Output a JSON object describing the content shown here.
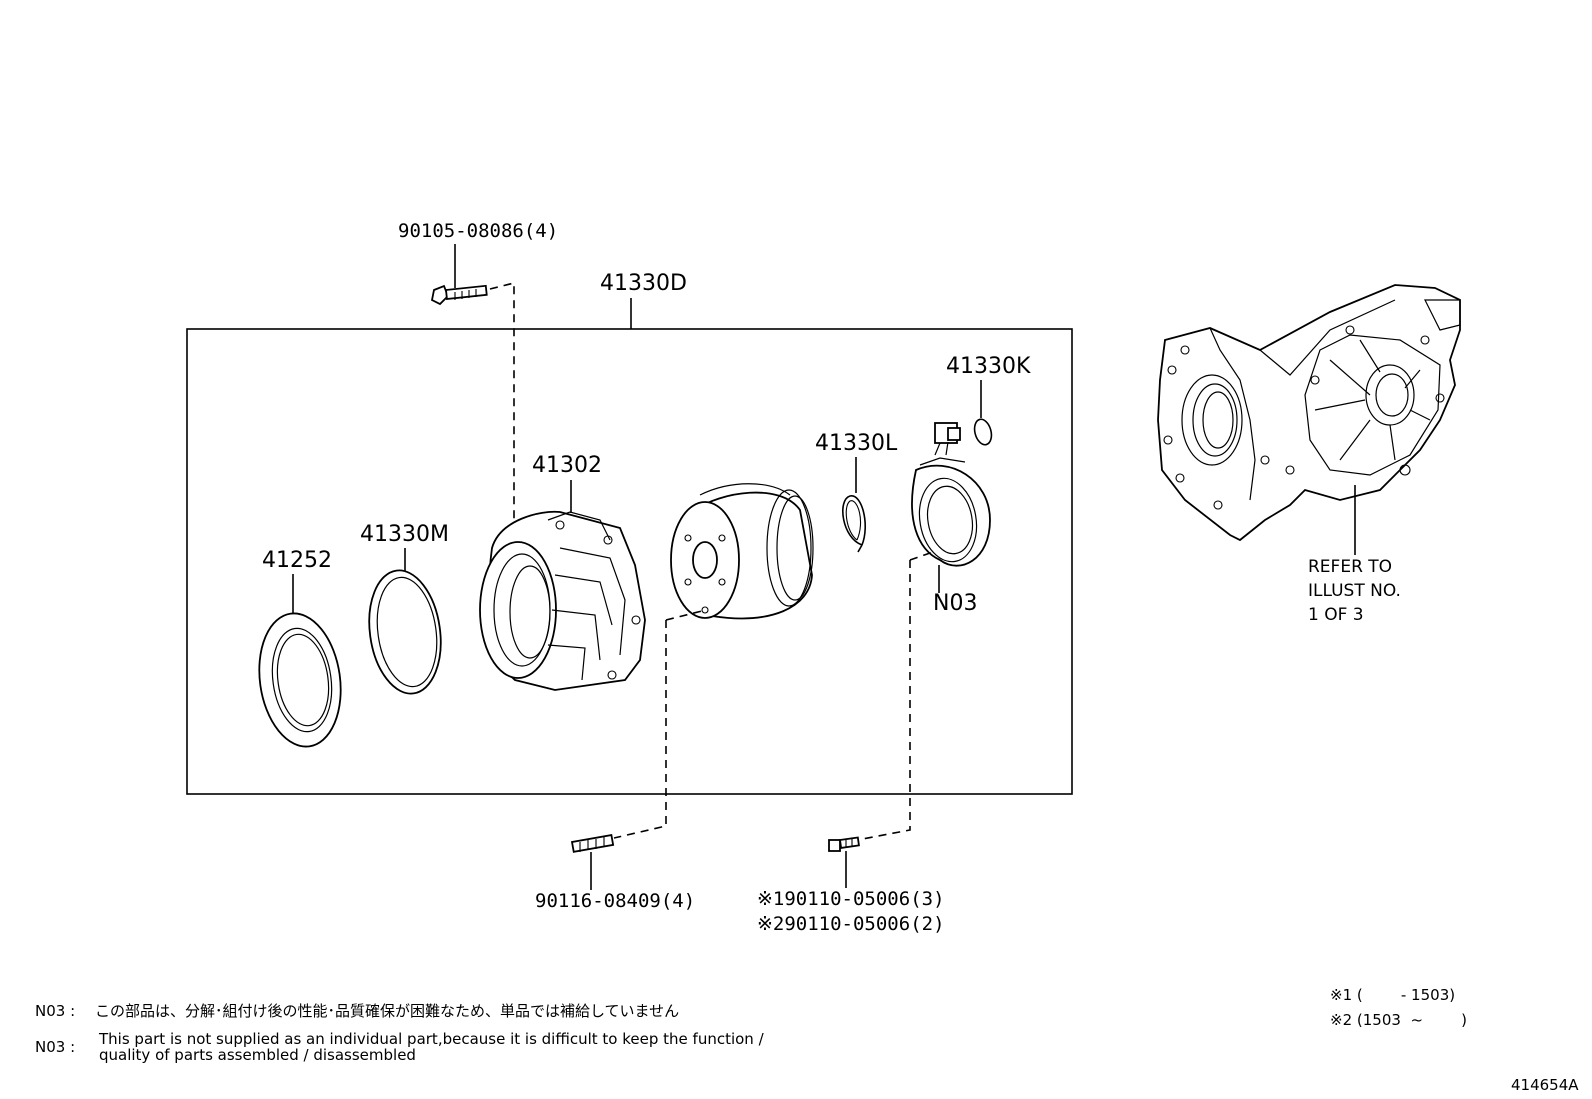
{
  "labels": {
    "assembly": "41330D",
    "bolt_top": "90105-08086(4)",
    "k": "41330K",
    "l": "41330L",
    "case": "41302",
    "m": "41330M",
    "seal": "41252",
    "n03": "N03",
    "stud": "90116-08409(4)",
    "bolt1": "※190110-05006(3)",
    "bolt2": "※290110-05006(2)"
  },
  "refer": {
    "line1": "REFER TO",
    "line2": "ILLUST NO.",
    "line3": "1 OF 3"
  },
  "footnotes": {
    "n03_code_jp": "N03 :",
    "n03_jp": "この部品は、分解･組付け後の性能･品質確保が困難なため、単品では補給していません",
    "n03_code_en": "N03 :",
    "n03_en_line1": "This part is not supplied as an individual part,because it is difficult to keep the function /",
    "n03_en_line2": "quality of parts assembled / disassembled",
    "legend1": "※1 (        - 1503)",
    "legend2": "※2 (1503  ~        )"
  },
  "illustration_id": "414654A"
}
